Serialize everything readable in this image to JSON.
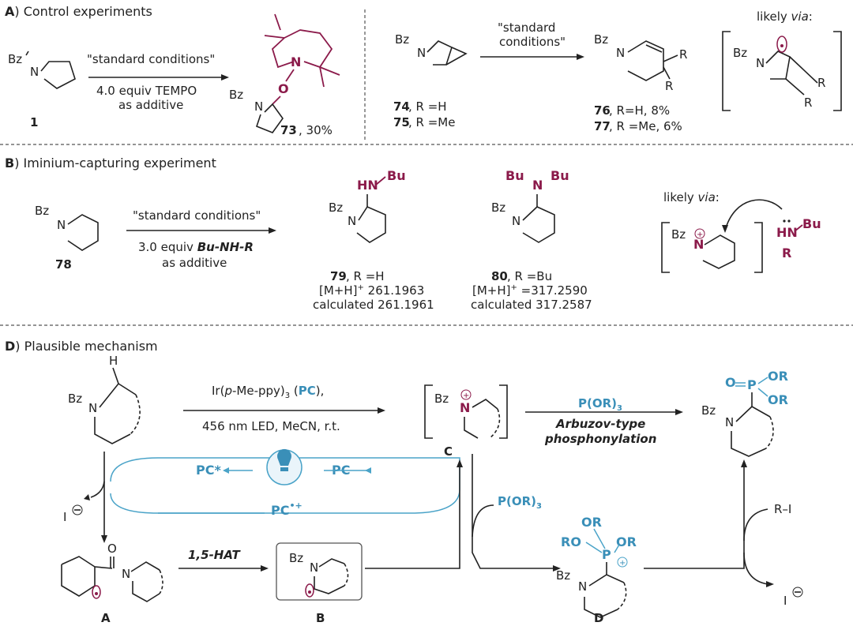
{
  "panelA": {
    "title_letter": "A",
    "title": ") Control experiments",
    "cond_top": "\"standard conditions\"",
    "cond_bottom_1": "4.0 equiv TEMPO",
    "cond_bottom_2": "as additive",
    "cmpd1": "1",
    "bz": "Bz",
    "n": "N",
    "o": "O",
    "p73_num": "73",
    "p73_yield": ", 30%",
    "cond2_1": "\"standard",
    "cond2_2": "conditions\"",
    "c74_num": "74",
    "c74_txt": ", R =H",
    "c75_num": "75",
    "c75_txt": ", R =Me",
    "c76_num": "76",
    "c76_txt": ", R=H, 8%",
    "c77_num": "77",
    "c77_txt": ", R =Me,  6%",
    "likely": "likely ",
    "via": "via",
    "colon": ":",
    "R": "R"
  },
  "panelB": {
    "title_letter": "B",
    "title": ") Iminium-capturing experiment",
    "cond_top": "\"standard conditions\"",
    "cond_b1a": "3.0 equiv ",
    "cond_b1b": "Bu-NH-R",
    "cond_b2": "as additive",
    "c78": "78",
    "c79_num": "79",
    "c79_txt": ", R =H",
    "c79_ms": "[M+H]",
    "c79_ms_val": " 261.1963",
    "c79_calc": "calculated 261.1961",
    "c80_num": "80",
    "c80_txt": ", R =Bu",
    "c80_ms": "[M+H]",
    "c80_ms_val": " =317.2590",
    "c80_calc": "calculated 317.2587",
    "plus": "+",
    "hn": "HN",
    "bu": "Bu",
    "R": "R",
    "likely": "likely ",
    "via": "via",
    "colon": ":"
  },
  "panelD": {
    "title_letter": "D",
    "title": ") Plausible mechanism",
    "H": "H",
    "cat_a": "Ir(",
    "cat_b": "p",
    "cat_c": "-Me-ppy)",
    "cat_sub": "3",
    "cat_d": " (",
    "cat_pc": "PC",
    "cat_e": "),",
    "cond2": "456 nm LED, MeCN, r.t.",
    "reagent": "P(OR)",
    "reagent_sub": "3",
    "arb1": "Arbuzov-type",
    "arb2": "phosphonylation",
    "pc_star": "PC*",
    "pc": "PC",
    "pc_rad": "PC",
    "pc_rad_sup": "•+",
    "iodide": "I",
    "hat": "1,5-HAT",
    "RI": "R–I",
    "label_A": "A",
    "label_B": "B",
    "label_C": "C",
    "label_D": "D",
    "O": "O",
    "P": "P",
    "OR": "OR",
    "RO": "RO",
    "N": "N",
    "Bz": "Bz"
  },
  "colors": {
    "magenta": "#8b1a4a",
    "cyan": "#3a8fb8"
  }
}
